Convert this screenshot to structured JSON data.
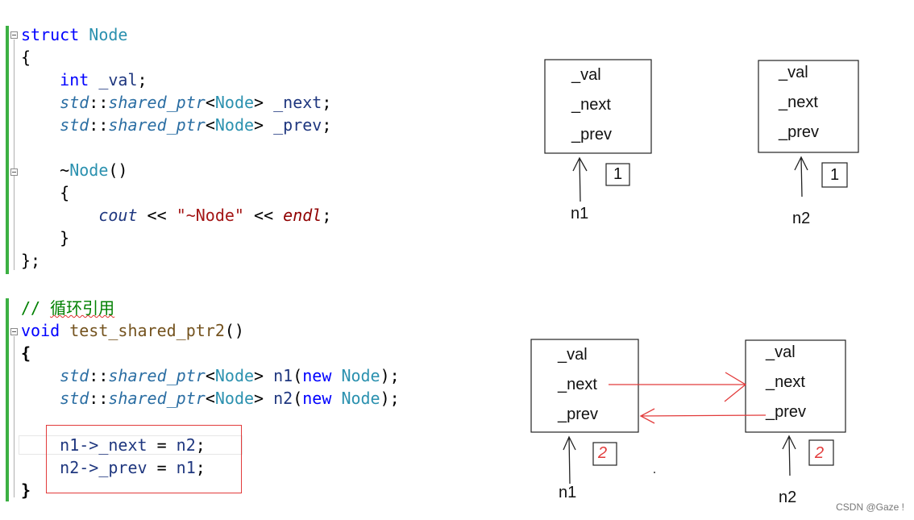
{
  "code": {
    "struct_keyword": "struct",
    "struct_name": "Node",
    "open_brace": "{",
    "int_keyword": "int",
    "val_member": "_val",
    "semicolon": ";",
    "std_ns": "std",
    "scope_op": "::",
    "shared_ptr": "shared_ptr",
    "lt": "<",
    "gt": ">",
    "next_member": "_next",
    "prev_member": "_prev",
    "tilde": "~",
    "dtor_name": "Node",
    "parens": "()",
    "cout": "cout",
    "shift_op": "<<",
    "dtor_string": "\"~Node\"",
    "endl": "endl",
    "close_brace": "}",
    "struct_end": "};",
    "comment_slashes": "// ",
    "comment_text": "循环引用",
    "void_keyword": "void",
    "func_name": "test_shared_ptr2",
    "n1": "n1",
    "n2": "n2",
    "new_keyword": "new",
    "open_paren": "(",
    "close_paren_semi": ");",
    "assign1_lhs": "n1->_next",
    "assign2_lhs": "n2->_prev",
    "assign_op": " = ",
    "assign1_rhs": "n2",
    "assign2_rhs": "n1"
  },
  "diagram": {
    "fields": [
      "_val",
      "_next",
      "_prev"
    ],
    "pointer_labels": {
      "n1": "n1",
      "n2": "n2"
    },
    "top_refcount": "1",
    "bottom_refcount": "2",
    "colors": {
      "ink": "#111111",
      "link_arrows": "#e23b3b",
      "code_highlight_box": "#e23b3b"
    }
  },
  "watermark": "CSDN @Gaze !"
}
